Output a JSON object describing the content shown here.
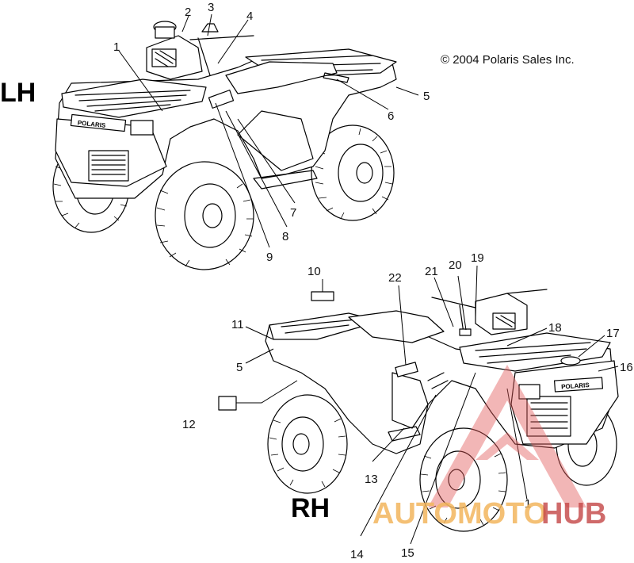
{
  "copyright": "© 2004 Polaris Sales Inc.",
  "views": {
    "lh": {
      "label": "LH"
    },
    "rh": {
      "label": "RH"
    }
  },
  "brand_badge": "POLARIS",
  "callouts_lh": [
    "1",
    "2",
    "3",
    "4",
    "5",
    "6",
    "7",
    "8",
    "9"
  ],
  "callouts_rh": [
    "10",
    "11",
    "5",
    "12",
    "13",
    "14",
    "15",
    "22",
    "21",
    "20",
    "19",
    "18",
    "17",
    "16",
    "1"
  ],
  "watermark": {
    "part1": "AUTOMOTO",
    "part2": "HUB",
    "color1": "#f3b65e",
    "color2": "#c44545"
  }
}
